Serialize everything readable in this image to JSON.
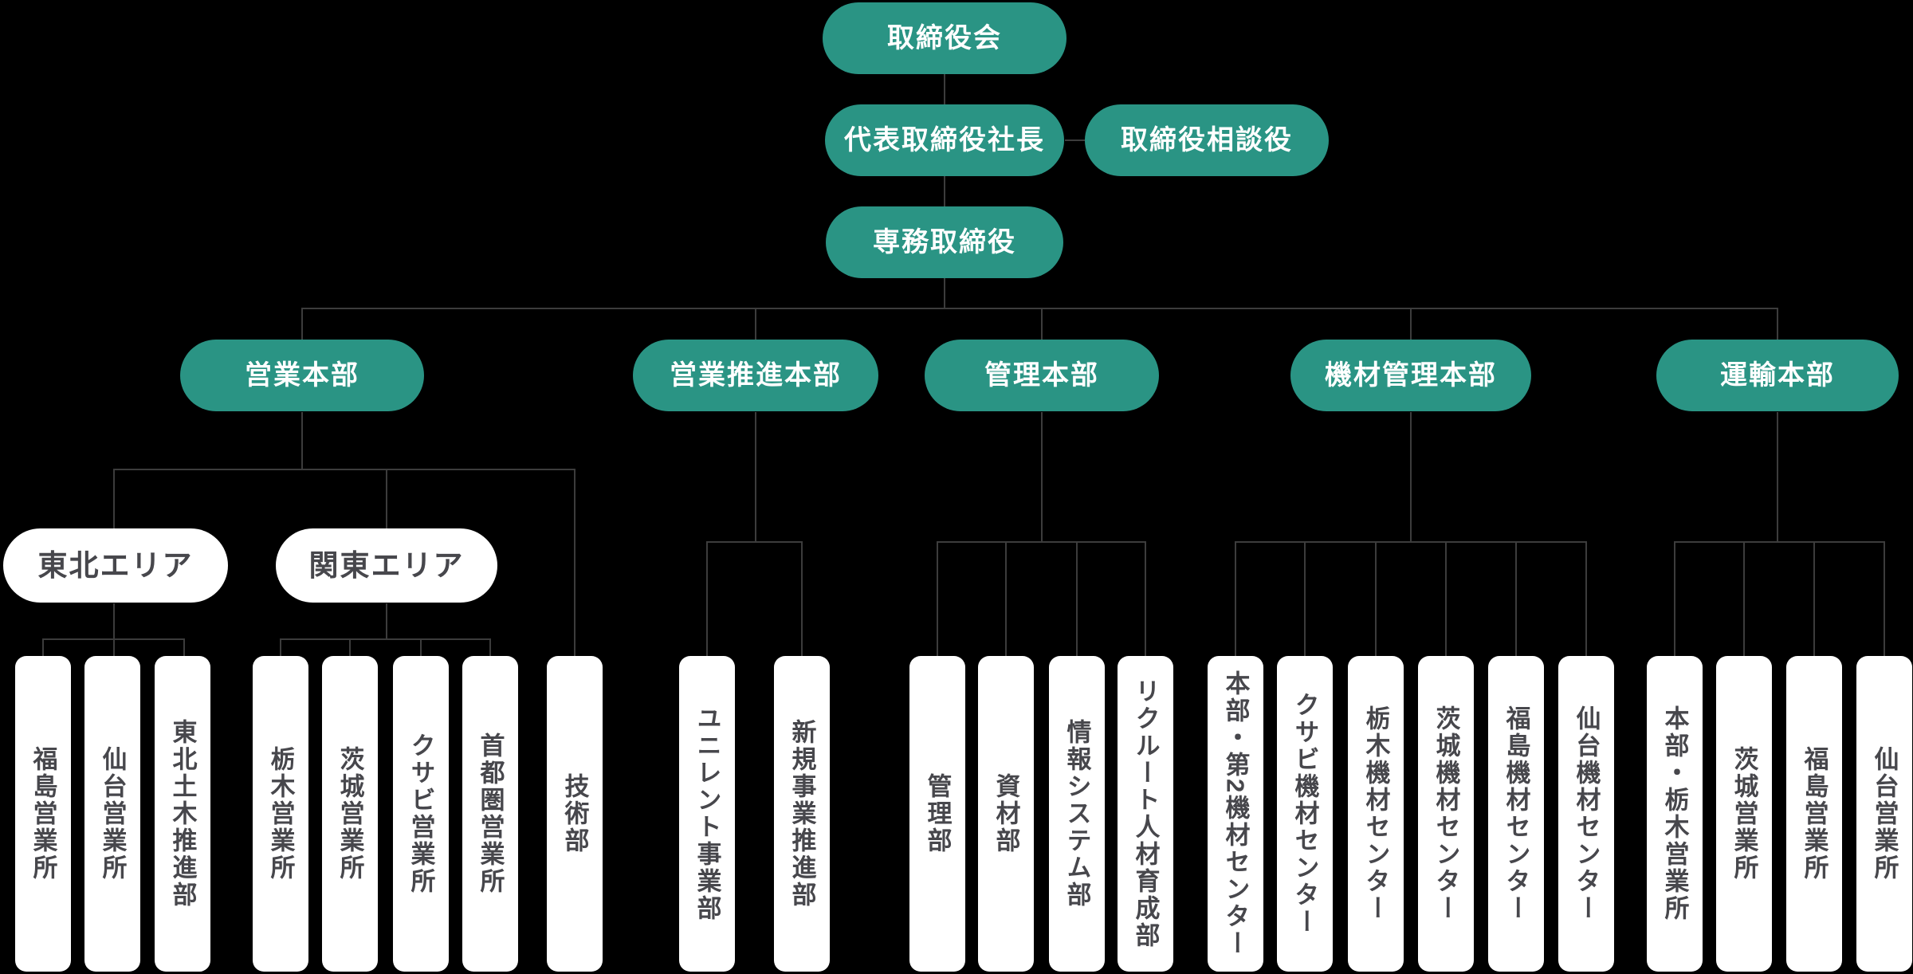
{
  "palette": {
    "background": "#000000",
    "node_green": "#2a9484",
    "node_white": "#ffffff",
    "connector_line": "#3c3c3c",
    "dark_text": "#47474c",
    "light_text": "#ffffff"
  },
  "org": {
    "level1": {
      "board": "取締役会"
    },
    "level2": {
      "president": "代表取締役社長",
      "advisor": "取締役相談役"
    },
    "level3": {
      "senior_managing_director": "専務取締役"
    },
    "divisions": [
      "営業本部",
      "営業推進本部",
      "管理本部",
      "機材管理本部",
      "運輸本部"
    ],
    "areas": [
      "東北エリア",
      "関東エリア"
    ],
    "departments": [
      "福島営業所",
      "仙台営業所",
      "東北土木推進部",
      "栃木営業所",
      "茨城営業所",
      "クサビ営業所",
      "首都圏営業所",
      "技術部",
      "ユニレント事業部",
      "新規事業推進部",
      "管理部",
      "資材部",
      "情報システム部",
      "リクルート人材育成部",
      "本部・第2機材センター",
      "クサビ機材センター",
      "栃木機材センター",
      "茨城機材センター",
      "福島機材センター",
      "仙台機材センター",
      "本部・栃木営業所",
      "茨城営業所",
      "福島営業所",
      "仙台営業所"
    ],
    "tree": {
      "取締役会": [
        "代表取締役社長"
      ],
      "代表取締役社長": [
        "取締役相談役",
        "専務取締役"
      ],
      "専務取締役": [
        "営業本部",
        "営業推進本部",
        "管理本部",
        "機材管理本部",
        "運輸本部"
      ],
      "営業本部": [
        "東北エリア",
        "関東エリア",
        "技術部"
      ],
      "東北エリア": [
        "福島営業所",
        "仙台営業所",
        "東北土木推進部"
      ],
      "関東エリア": [
        "栃木営業所",
        "茨城営業所",
        "クサビ営業所",
        "首都圏営業所"
      ],
      "営業推進本部": [
        "ユニレント事業部",
        "新規事業推進部"
      ],
      "管理本部": [
        "管理部",
        "資材部",
        "情報システム部",
        "リクルート人材育成部"
      ],
      "機材管理本部": [
        "本部・第2機材センター",
        "クサビ機材センター",
        "栃木機材センター",
        "茨城機材センター",
        "福島機材センター",
        "仙台機材センター"
      ],
      "運輸本部": [
        "本部・栃木営業所",
        "茨城営業所",
        "福島営業所",
        "仙台営業所"
      ]
    }
  }
}
